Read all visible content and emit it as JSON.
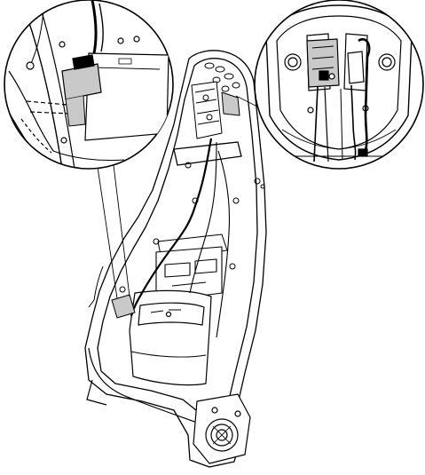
{
  "figure": {
    "subject": "seat-back-frame-wiring-illustration",
    "detail_views": [
      "left-magnified-callout",
      "right-magnified-callout"
    ],
    "colors": {
      "line": "#000000",
      "highlight_fill": "#c9c9c9",
      "background": "#ffffff"
    }
  }
}
